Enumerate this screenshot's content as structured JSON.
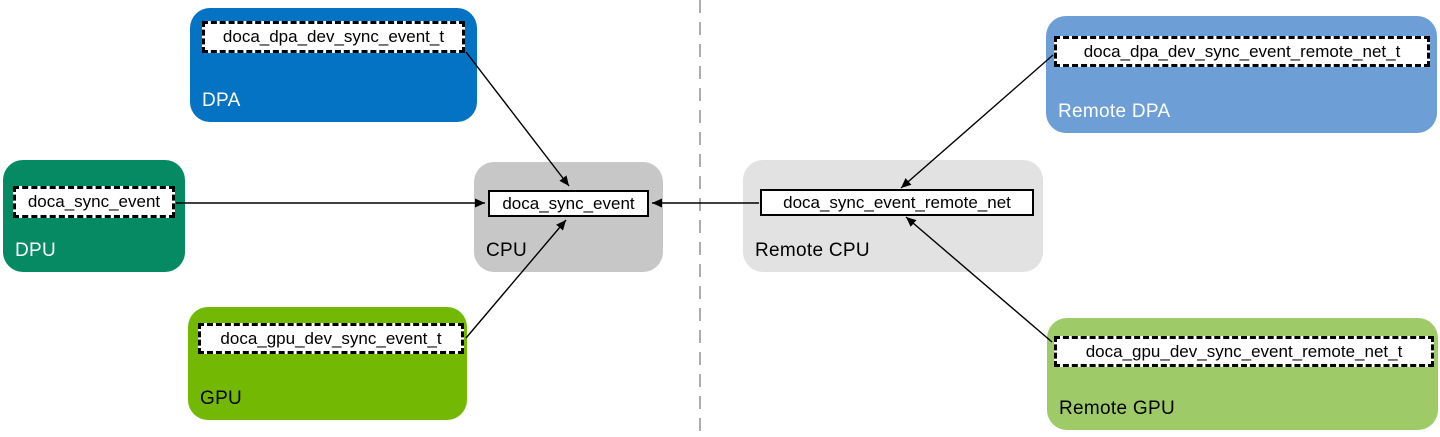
{
  "diagram": {
    "divider": {
      "color": "#adadad"
    },
    "connector_color": "#000000",
    "boxes": [
      {
        "id": "dpa",
        "title": "DPA",
        "label": "doca_dpa_dev_sync_event_t",
        "fill": "#0473c4",
        "title_color": "#ffffff",
        "label_border": "dashed"
      },
      {
        "id": "dpu",
        "title": "DPU",
        "label": "doca_sync_event",
        "fill": "#058a63",
        "title_color": "#ffffff",
        "label_border": "dashed"
      },
      {
        "id": "gpu",
        "title": "GPU",
        "label": "doca_gpu_dev_sync_event_t",
        "fill": "#73b904",
        "title_color": "#000000",
        "label_border": "dashed"
      },
      {
        "id": "cpu",
        "title": "CPU",
        "label": "doca_sync_event",
        "fill": "#c7c7c7",
        "title_color": "#000000",
        "label_border": "solid"
      },
      {
        "id": "remote-cpu",
        "title": "Remote CPU",
        "label": "doca_sync_event_remote_net",
        "fill": "#e2e2e2",
        "title_color": "#000000",
        "label_border": "solid"
      },
      {
        "id": "remote-dpa",
        "title": "Remote DPA",
        "label": "doca_dpa_dev_sync_event_remote_net_t",
        "fill": "#6d9ed6",
        "title_color": "#ffffff",
        "label_border": "dashed"
      },
      {
        "id": "remote-gpu",
        "title": "Remote GPU",
        "label": "doca_gpu_dev_sync_event_remote_net_t",
        "fill": "#9ecb67",
        "title_color": "#000000",
        "label_border": "dashed"
      }
    ],
    "connections": [
      {
        "from": "dpa",
        "to": "cpu"
      },
      {
        "from": "dpu",
        "to": "cpu"
      },
      {
        "from": "gpu",
        "to": "cpu"
      },
      {
        "from": "remote-cpu",
        "to": "cpu"
      },
      {
        "from": "remote-dpa",
        "to": "remote-cpu"
      },
      {
        "from": "remote-gpu",
        "to": "remote-cpu"
      }
    ]
  }
}
